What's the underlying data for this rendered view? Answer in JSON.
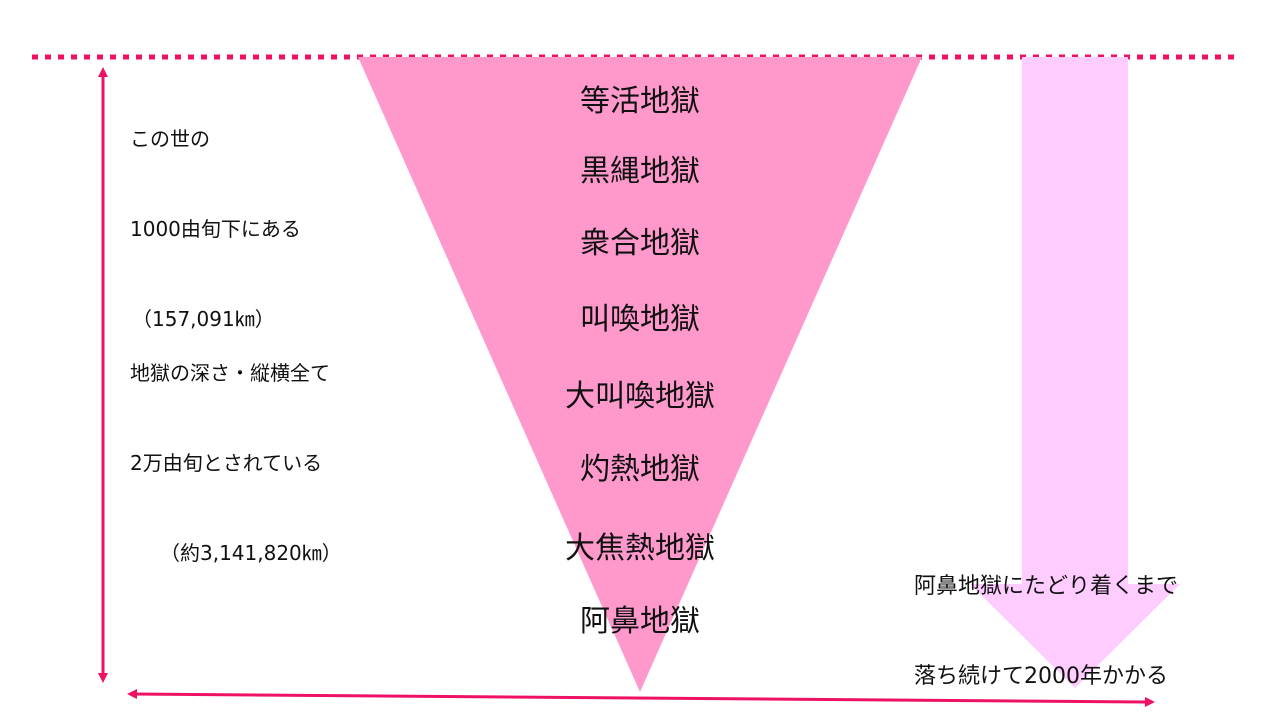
{
  "colors": {
    "accent": "#ee1166",
    "triangle": "#ff99cc",
    "down_arrow": "#ffccff",
    "text": "#111111"
  },
  "notes": {
    "surface": {
      "line1": "この世の",
      "line2": "1000由旬下にある",
      "line3": "（157,091㎞）"
    },
    "depth": {
      "line1": "地獄の深さ・縦横全て",
      "line2": "2万由旬とされている",
      "line3": "（約3,141,820㎞）"
    },
    "fall": {
      "line1": "阿鼻地獄にたどり着くまで",
      "line2": "落ち続けて2000年かかる"
    }
  },
  "hell_levels": [
    "等活地獄",
    "黒縄地獄",
    "衆合地獄",
    "叫喚地獄",
    "大叫喚地獄",
    "灼熱地獄",
    "大焦熱地獄",
    "阿鼻地獄"
  ]
}
